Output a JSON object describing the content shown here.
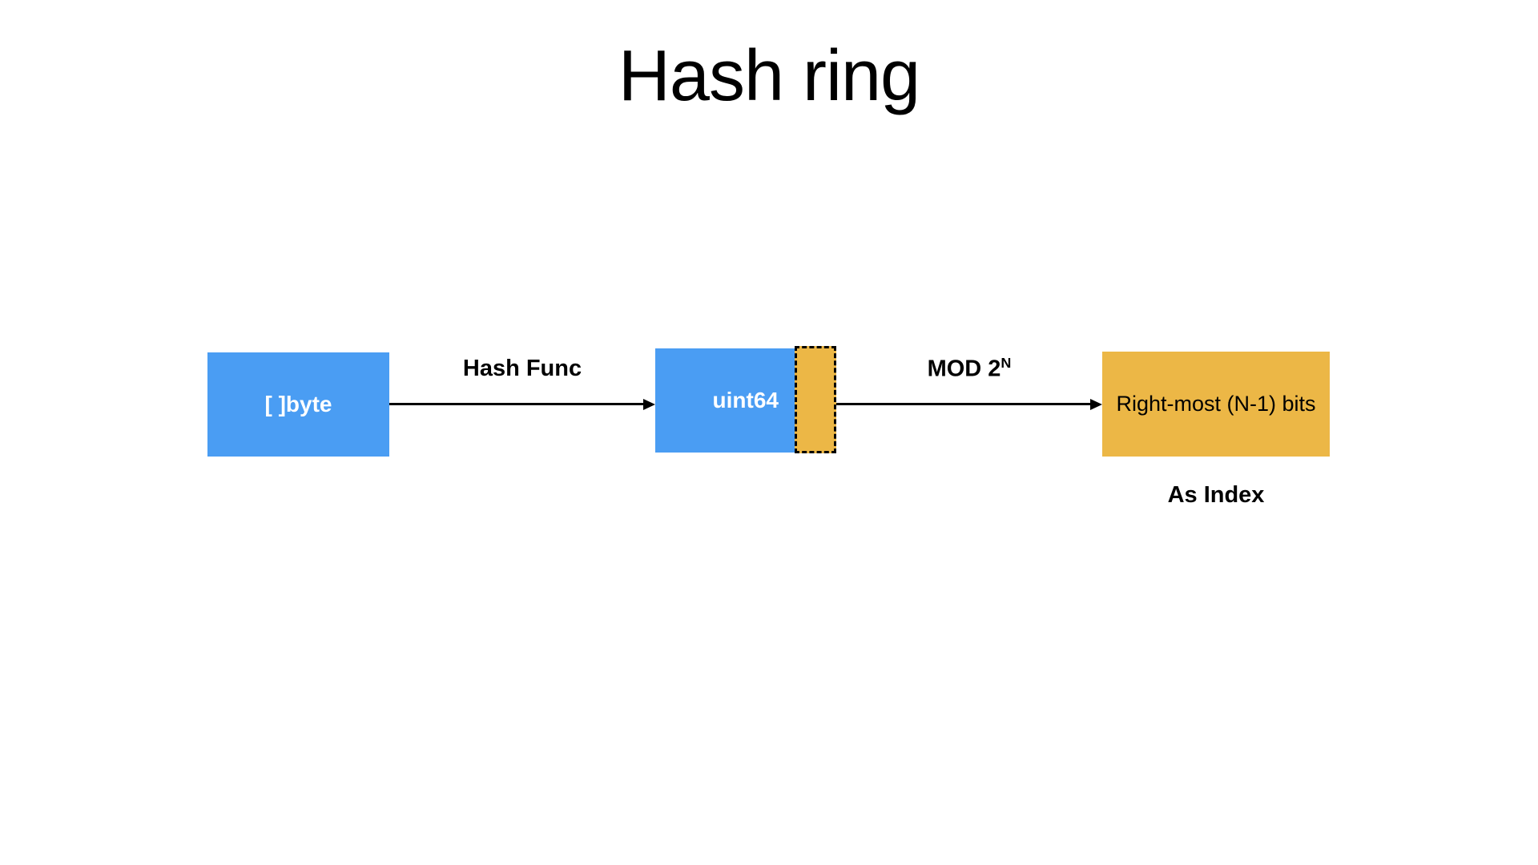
{
  "title": "Hash ring",
  "diagram": {
    "nodes": [
      {
        "id": "byte-slice",
        "label": "[ ]byte",
        "fill": "#4A9DF3",
        "text_color": "#FFFFFF",
        "border": "none"
      },
      {
        "id": "uint64",
        "label": "uint64",
        "fill": "#4A9DF3",
        "text_color": "#FFFFFF",
        "border": "none"
      },
      {
        "id": "mask-segment",
        "label": "",
        "fill": "#ECB746",
        "text_color": "#000000",
        "border": "dashed-black"
      },
      {
        "id": "result",
        "label": "Right-most (N-1) bits",
        "fill": "#ECB746",
        "text_color": "#000000",
        "border": "none"
      }
    ],
    "arrows": [
      {
        "id": "hash-func",
        "label": "Hash Func",
        "direction": "right",
        "color": "#000000"
      },
      {
        "id": "mod",
        "label_base": "MOD 2",
        "label_sup": "N",
        "direction": "right",
        "color": "#000000"
      }
    ],
    "caption": "As Index"
  },
  "colors": {
    "background": "#FFFFFF",
    "blue": "#4A9DF3",
    "yellow": "#ECB746",
    "ink": "#000000"
  }
}
